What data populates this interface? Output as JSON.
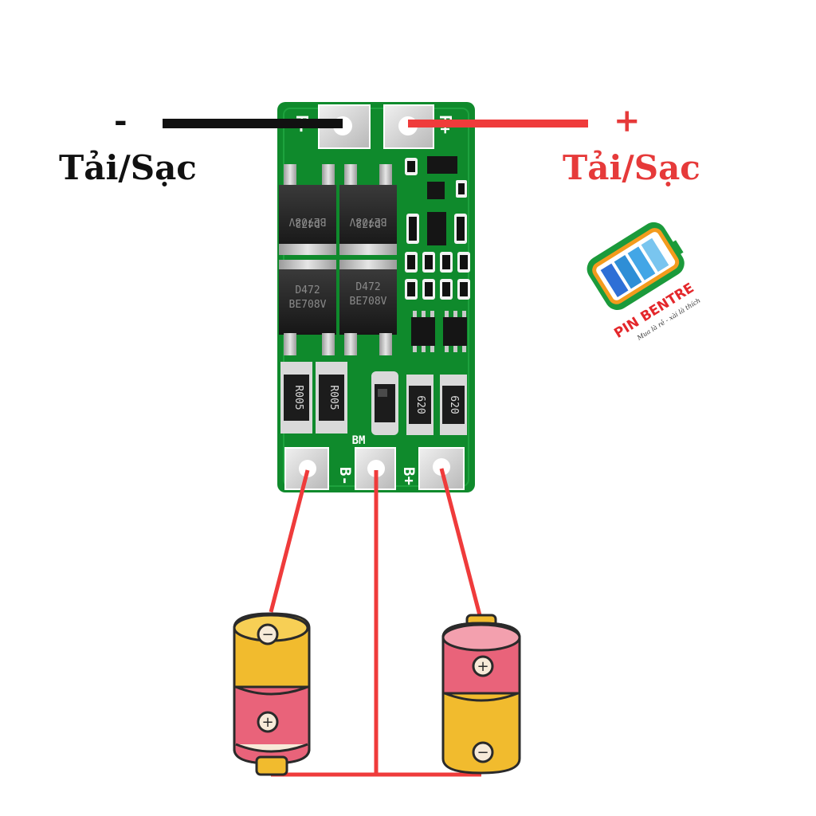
{
  "labels": {
    "minus": "-",
    "plus": "+",
    "load_charge_left": "Tải/Sạc",
    "load_charge_right": "Tải/Sạc"
  },
  "pcb": {
    "pad_p_minus": "P-",
    "pad_p_plus": "P+",
    "pad_b_minus": "B-",
    "pad_bm": "BM",
    "pad_b_plus": "B+",
    "mosfet_top_1": [
      "BE708V",
      "D472"
    ],
    "mosfet_top_2": [
      "BE708V",
      "D472"
    ],
    "mosfet_bottom_1": [
      "D472",
      "BE708V"
    ],
    "mosfet_bottom_2": [
      "D472",
      "BE708V"
    ],
    "resistor_1": "R005",
    "resistor_2": "R005",
    "resistor_3": "620",
    "resistor_4": "620"
  },
  "logo": {
    "brand": "PIN BENTRE",
    "slogan": "Mua là rẻ - xài là thích"
  },
  "batteries": {
    "left_top_symbol": "−",
    "left_bottom_symbol": "+",
    "right_top_symbol": "+",
    "right_bottom_symbol": "−"
  },
  "colors": {
    "pcb_green": "#0f8a2c",
    "wire_red": "#ef3b3b",
    "wire_black": "#111111",
    "battery_yellow": "#f1bb2e",
    "battery_pink": "#e9637a"
  }
}
